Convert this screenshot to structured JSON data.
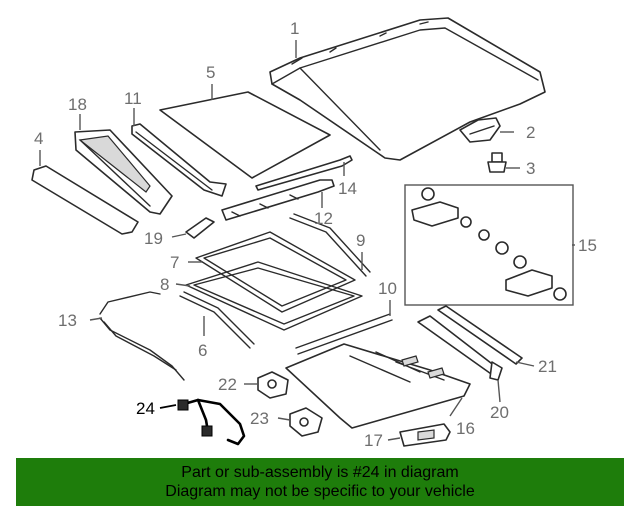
{
  "diagram": {
    "highlighted_part": "24",
    "callouts": [
      "1",
      "2",
      "3",
      "4",
      "5",
      "6",
      "7",
      "8",
      "9",
      "10",
      "11",
      "12",
      "13",
      "14",
      "15",
      "16",
      "17",
      "18",
      "19",
      "20",
      "21",
      "22",
      "23",
      "24"
    ]
  },
  "banner": {
    "line1": "Part or sub-assembly is #24 in diagram",
    "line2": "Diagram may not be specific to your vehicle",
    "background_color": "#1e7d0b"
  }
}
